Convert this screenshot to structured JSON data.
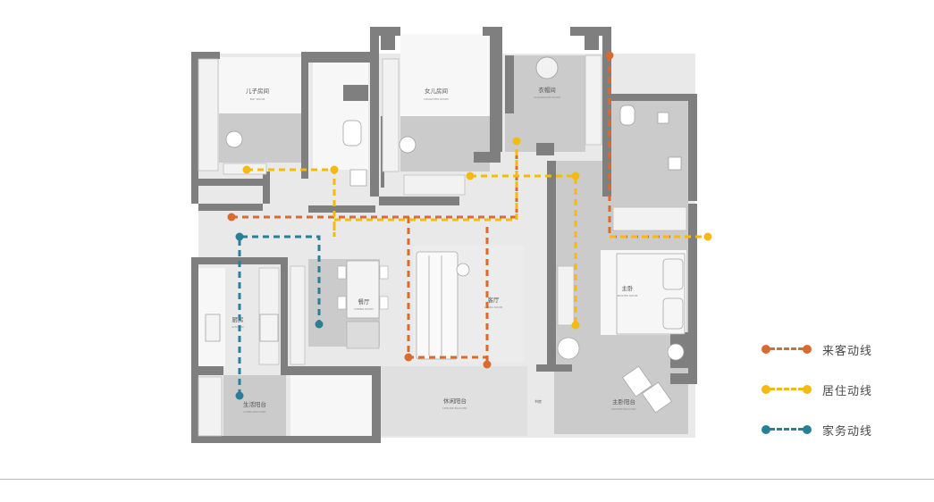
{
  "rooms": [
    {
      "id": "son-bedroom",
      "label": "儿子房间",
      "sub": "BOY ROOM"
    },
    {
      "id": "daughter-bedroom",
      "label": "女儿房间",
      "sub": "DAUGHTER ROOM"
    },
    {
      "id": "master-bedroom",
      "label": "衣帽间",
      "sub": "CLOAKROOM ROOM"
    },
    {
      "id": "dining",
      "label": "餐厅",
      "sub": "DINING ROOM"
    },
    {
      "id": "living",
      "label": "客厅",
      "sub": "LIVING ROOM"
    },
    {
      "id": "kitchen",
      "label": "厨房",
      "sub": "KITCHEN"
    },
    {
      "id": "master",
      "label": "主卧",
      "sub": "MASTER ROOM"
    },
    {
      "id": "balcony",
      "label": "休闲阳台",
      "sub": "LEISURE BALCONY"
    },
    {
      "id": "service-balcony",
      "label": "生活阳台",
      "sub": "LIVING BALCONY"
    },
    {
      "id": "master-balcony",
      "label": "主卧阳台",
      "sub": "MASTER BALCONY"
    },
    {
      "id": "study",
      "label": "书房",
      "sub": ""
    }
  ],
  "colors": {
    "guest": "#d96a30",
    "resident": "#f5b90f",
    "housework": "#2a7f96",
    "wall": "#7e7e7e",
    "floor": "#e6e6e6",
    "room": "#c9c9c9"
  },
  "legend": [
    {
      "key": "guest",
      "label": "来客动线"
    },
    {
      "key": "resident",
      "label": "居住动线"
    },
    {
      "key": "housework",
      "label": "家务动线"
    }
  ]
}
